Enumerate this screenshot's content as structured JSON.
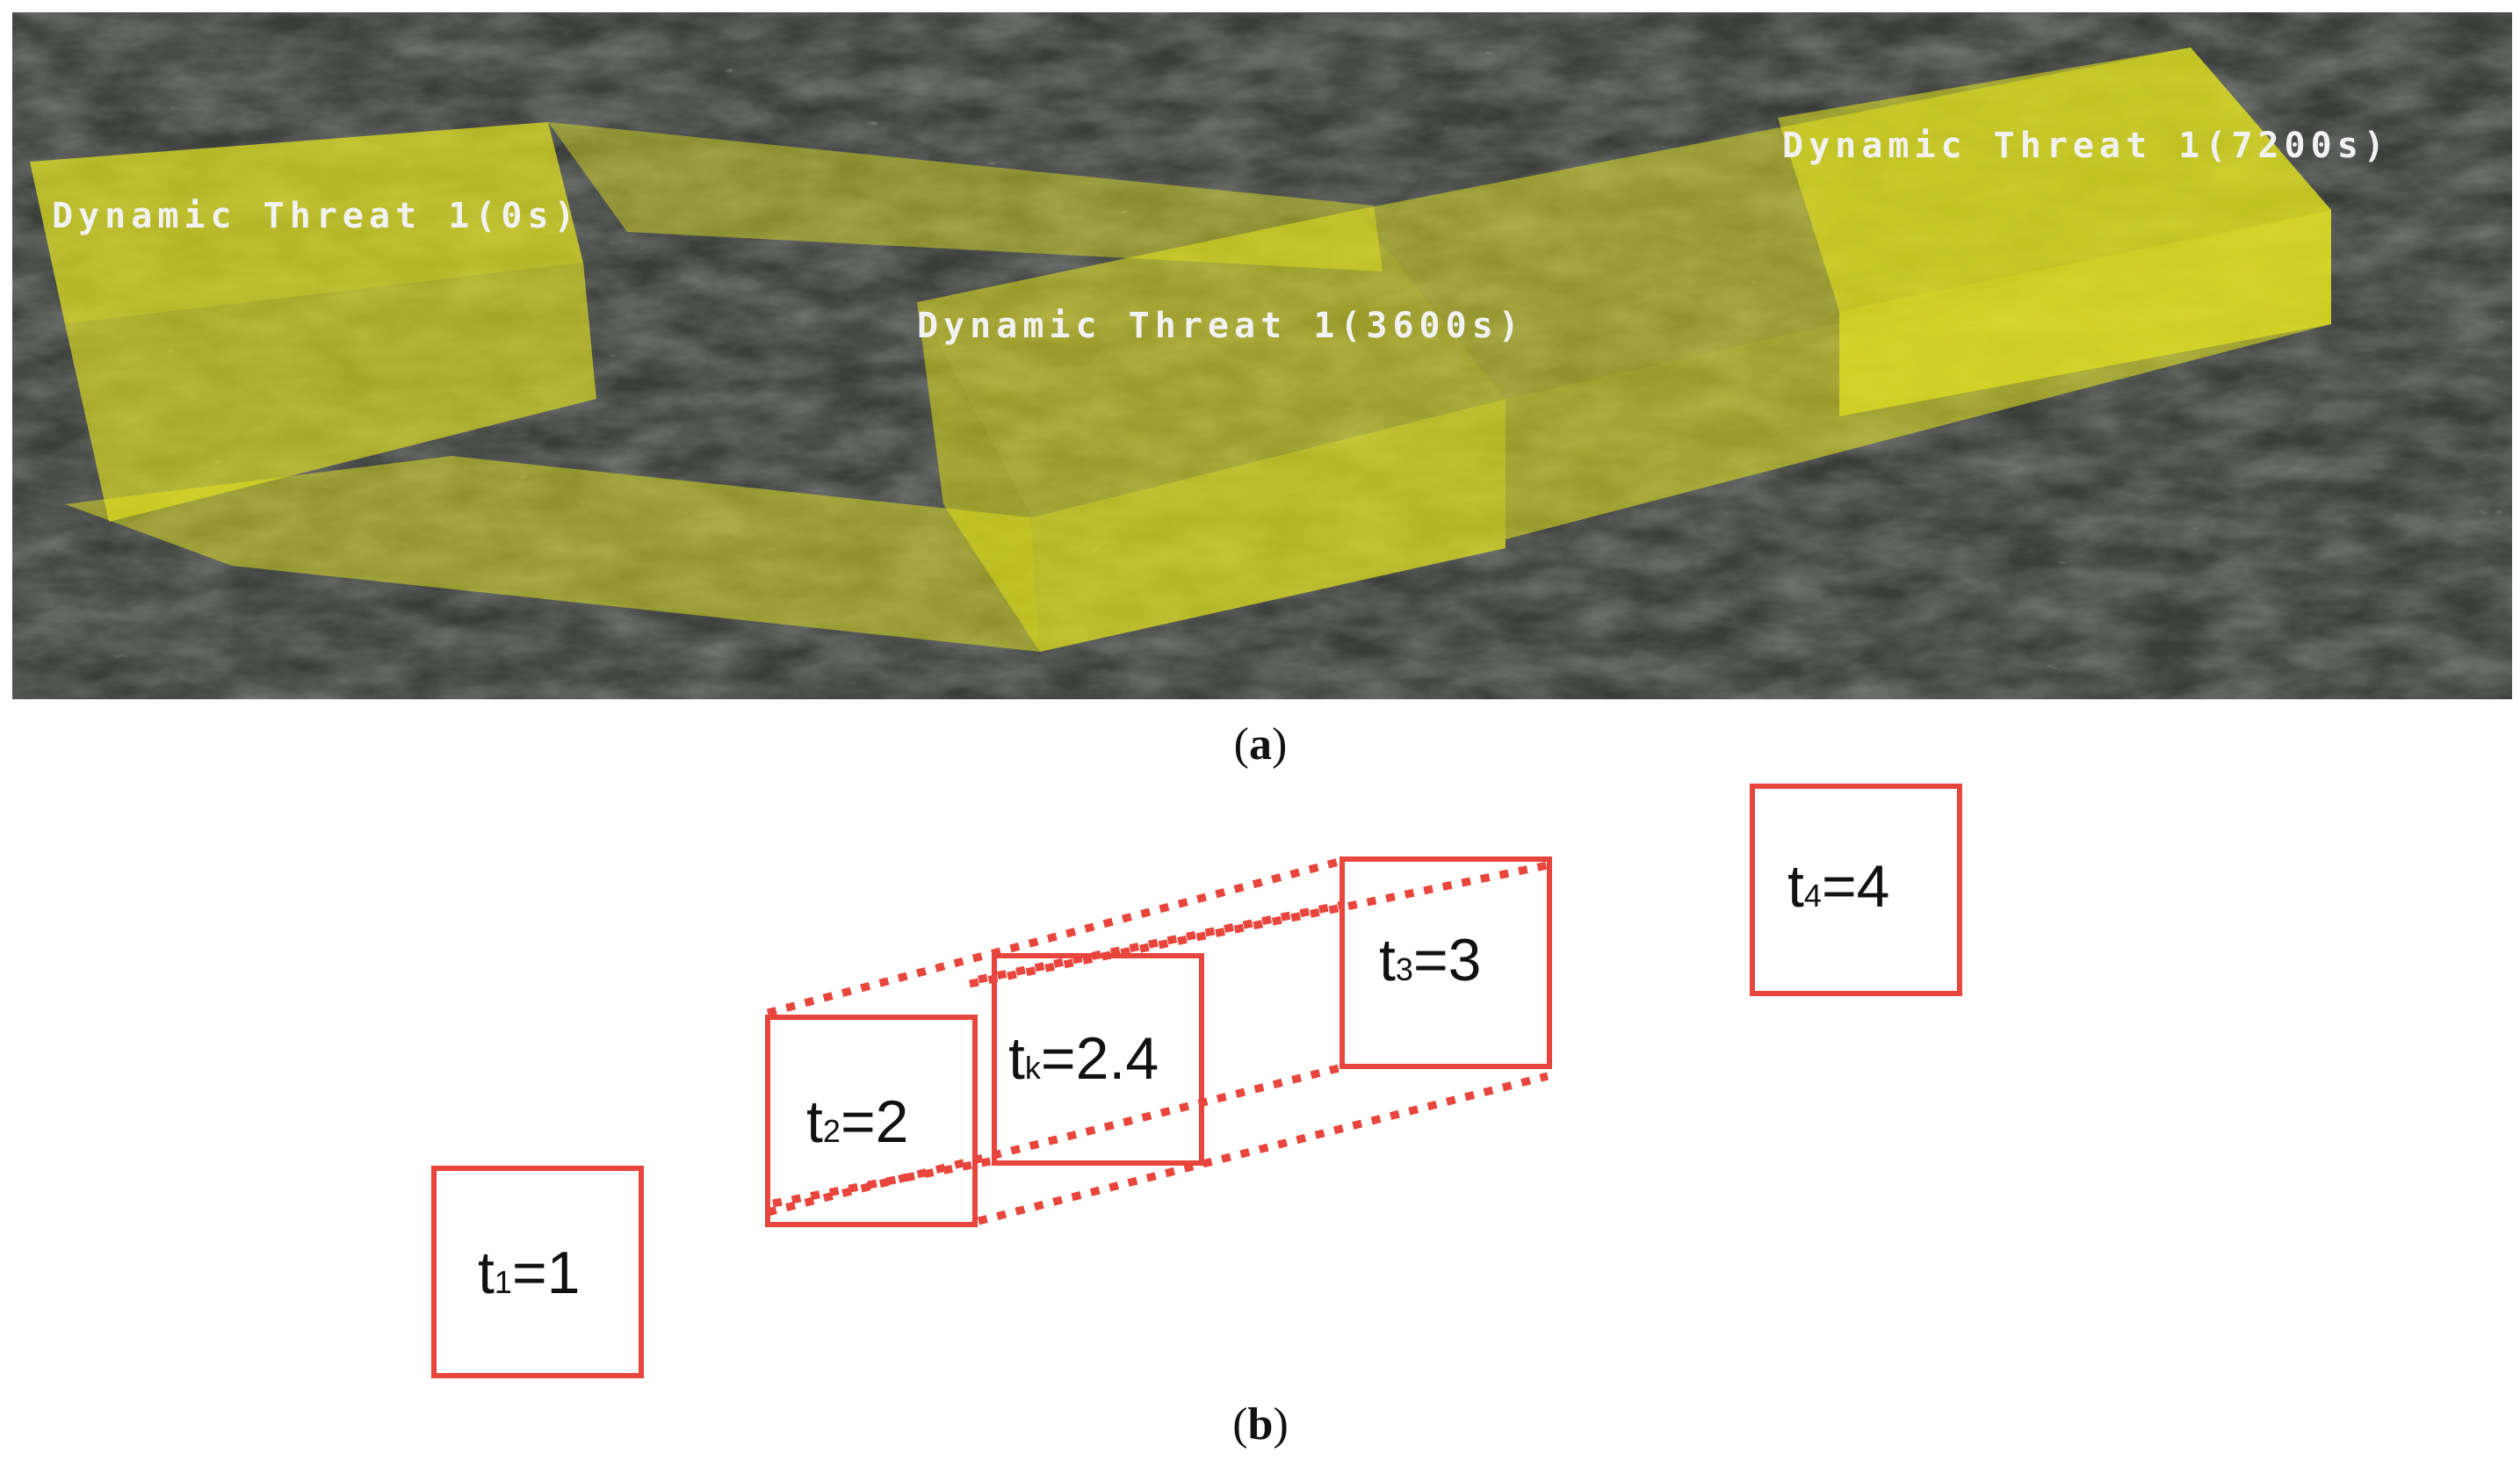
{
  "panel_a": {
    "labels": [
      "Dynamic Threat 1(0s)",
      "Dynamic Threat 1(3600s)",
      "Dynamic Threat 1(7200s)"
    ],
    "caption_open": "(",
    "caption_letter": "a",
    "caption_close": ")",
    "colors": {
      "threat_fill": "#e8e81e",
      "terrain": "#2f3331"
    }
  },
  "panel_b": {
    "boxes": [
      {
        "prefix": "t",
        "sub": "1",
        "value": "=1"
      },
      {
        "prefix": "t",
        "sub": "2",
        "value": "=2"
      },
      {
        "prefix": "t",
        "sub": "k",
        "value": "=2.4"
      },
      {
        "prefix": "t",
        "sub": "3",
        "value": "=3"
      },
      {
        "prefix": "t",
        "sub": "4",
        "value": "=4"
      }
    ],
    "caption_open": "(",
    "caption_letter": "b",
    "caption_close": ")",
    "colors": {
      "box_stroke": "#e8453c",
      "dotted_stroke": "#e8453c"
    }
  }
}
